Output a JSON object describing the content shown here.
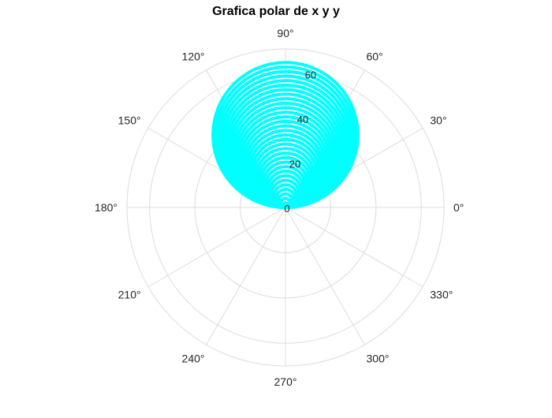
{
  "chart_data": {
    "type": "polar",
    "title": "Grafica polar de x y y",
    "theta_ticks_deg": [
      0,
      30,
      60,
      90,
      120,
      150,
      180,
      210,
      240,
      270,
      300,
      330
    ],
    "theta_tick_labels": [
      "0°",
      "30°",
      "60°",
      "90°",
      "120°",
      "150°",
      "180°",
      "210°",
      "240°",
      "270°",
      "300°",
      "330°"
    ],
    "rlim": [
      0,
      70
    ],
    "r_ticks": [
      0,
      20,
      40,
      60
    ],
    "r_tick_labels": [
      "0",
      "20",
      "40",
      "60"
    ],
    "r_tick_angle_deg": 80,
    "grid": true,
    "series": [
      {
        "curve": "r = d · sin(θ), θ from 0° to 180°",
        "diameters": [
          2,
          4,
          6,
          8,
          10,
          12,
          14,
          16,
          18,
          20,
          22,
          24,
          26,
          28,
          30,
          32,
          34,
          36,
          38,
          40,
          42,
          44,
          46,
          48,
          50,
          52,
          54,
          56,
          58,
          60,
          62,
          64
        ],
        "color": "#00ffff"
      }
    ],
    "colors": {
      "grid": "#dcdcdc",
      "text": "#262626",
      "series": "#00ffff"
    }
  }
}
